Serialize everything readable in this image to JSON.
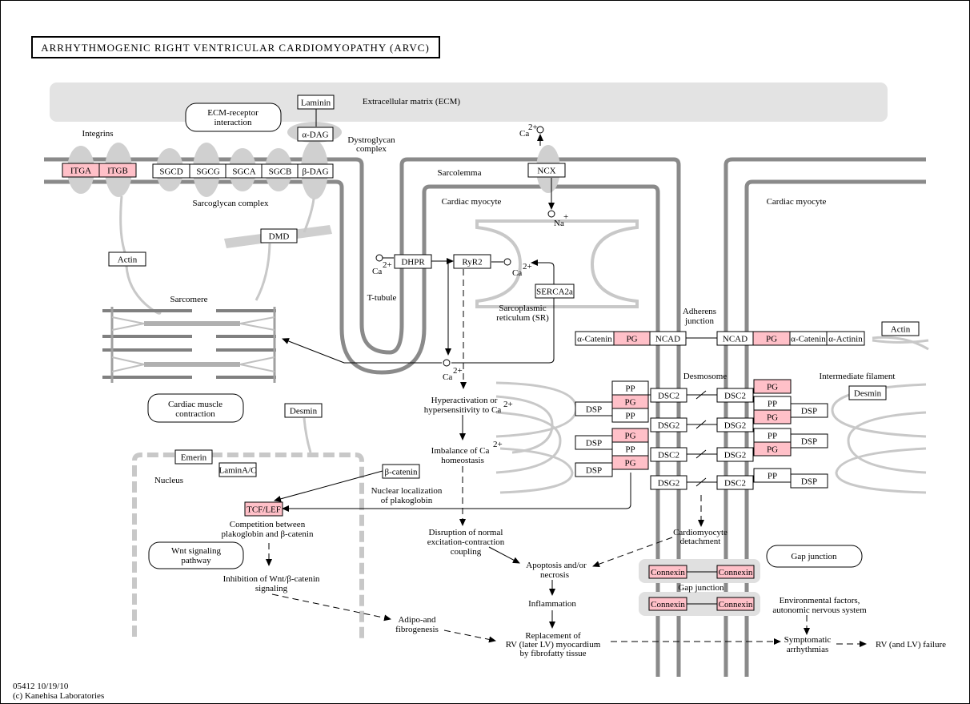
{
  "title": "ARRHYTHMOGENIC RIGHT VENTRICULAR CARDIOMYOPATHY (ARVC)",
  "footer": {
    "id_date": "05412 10/19/10",
    "copyright": "(c) Kanehisa Laboratories"
  },
  "colors": {
    "highlight": "#ffc0c8",
    "membrane": "#888888",
    "region": "#e6e6e6",
    "red_text": "#c00000"
  },
  "labels": {
    "ecm": "Extracellular matrix (ECM)",
    "integrins": "Integrins",
    "dystroglycan_1": "Dystroglycan",
    "dystroglycan_2": "complex",
    "sarcoglycan": "Sarcoglycan complex",
    "sarcolemma": "Sarcolemma",
    "cardiac_myocyte_left": "Cardiac myocyte",
    "cardiac_myocyte_right": "Cardiac myocyte",
    "t_tubule": "T-tubule",
    "sr_1": "Sarcoplasmic",
    "sr_2": "reticulum (SR)",
    "sarcomere": "Sarcomere",
    "nucleus": "Nucleus",
    "adherens_1": "Adherens",
    "adherens_2": "junction",
    "desmosome": "Desmosome",
    "intermediate_filament": "Intermediate filament",
    "gap_junction_label": "Gap junction",
    "ca_top": "Ca",
    "na": "Na",
    "ca_dhpr": "Ca",
    "ca_ryr": "Ca",
    "ca_center": "Ca"
  },
  "pathways": {
    "ecm_receptor": [
      "ECM-receptor",
      "interaction"
    ],
    "cardiac_muscle": [
      "Cardiac muscle",
      "contraction"
    ],
    "wnt": [
      "Wnt signaling",
      "pathway"
    ],
    "gap_junction": "Gap junction"
  },
  "events": {
    "hyperactivation": [
      "Hyperactivation or",
      "hypersensitivity to Ca"
    ],
    "imbalance": [
      "Imbalance of Ca",
      "homeostasis"
    ],
    "nuclear_localization": [
      "Nuclear localization",
      "of plakoglobin"
    ],
    "competition": [
      "Competition between",
      "plakoglobin and β-catenin"
    ],
    "disruption": [
      "Disruption of normal",
      "excitation-contraction",
      "coupling"
    ],
    "detachment": [
      "Cardiomyocyte",
      "detachment"
    ],
    "apoptosis": [
      "Apoptosis and/or",
      "necrosis"
    ],
    "inhibition": [
      "Inhibition of Wnt/β-catenin",
      "signaling"
    ],
    "inflammation": "Inflammation",
    "adipo": [
      "Adipo-and",
      "fibrogenesis"
    ],
    "replacement": [
      "Replacement of",
      "RV (later LV) myocardium",
      "by fibrofatty tissue"
    ],
    "environmental": [
      "Environmental factors,",
      "autonomic nervous system"
    ],
    "symptomatic": [
      "Symptomatic",
      "arrhythmias"
    ],
    "failure": "RV (and LV) failure"
  },
  "genes": {
    "itga": "ITGA",
    "itgb": "ITGB",
    "sgcd": "SGCD",
    "sgcg": "SGCG",
    "sgca": "SGCA",
    "sgcb": "SGCB",
    "bdag": "β-DAG",
    "adag": "α-DAG",
    "laminin": "Laminin",
    "dmd": "DMD",
    "actin_left": "Actin",
    "ncx": "NCX",
    "dhpr": "DHPR",
    "ryr2": "RyR2",
    "serca": "SERCA2a",
    "desmin_left": "Desmin",
    "emerin": "Emerin",
    "lamin": "LaminA/C",
    "bcatenin": "β-catenin",
    "tcf": "TCF/LEF",
    "acatenin_left": "α-Catenin",
    "pg_aj_left": "PG",
    "ncad_left": "NCAD",
    "ncad_right": "NCAD",
    "pg_aj_right": "PG",
    "acatenin_right": "α-Catenin",
    "aactinin": "α-Actinin",
    "actin_right": "Actin",
    "desmin_right": "Desmin",
    "pp_l1": "PP",
    "pg_l1": "PG",
    "pp_l2": "PP",
    "pg_l2": "PG",
    "pp_l3": "PP",
    "pg_l3": "PG",
    "dsp_l1": "DSP",
    "dsp_l2": "DSP",
    "dsp_l3": "DSP",
    "dsc2_l1": "DSC2",
    "dsg2_l2": "DSG2",
    "dsc2_l3": "DSC2",
    "dsg2_l4": "DSG2",
    "dsc2_r1": "DSC2",
    "dsg2_r2": "DSG2",
    "dsg2_r3": "DSG2",
    "dsc2_r4": "DSC2",
    "pg_r1": "PG",
    "pp_r1": "PP",
    "pg_r2": "PG",
    "pp_r2": "PP",
    "pg_r3": "PG",
    "pp_r3": "PP",
    "dsp_r1": "DSP",
    "dsp_r2": "DSP",
    "dsp_r3": "DSP",
    "connexin_1l": "Connexin",
    "connexin_1r": "Connexin",
    "connexin_2l": "Connexin",
    "connexin_2r": "Connexin"
  }
}
